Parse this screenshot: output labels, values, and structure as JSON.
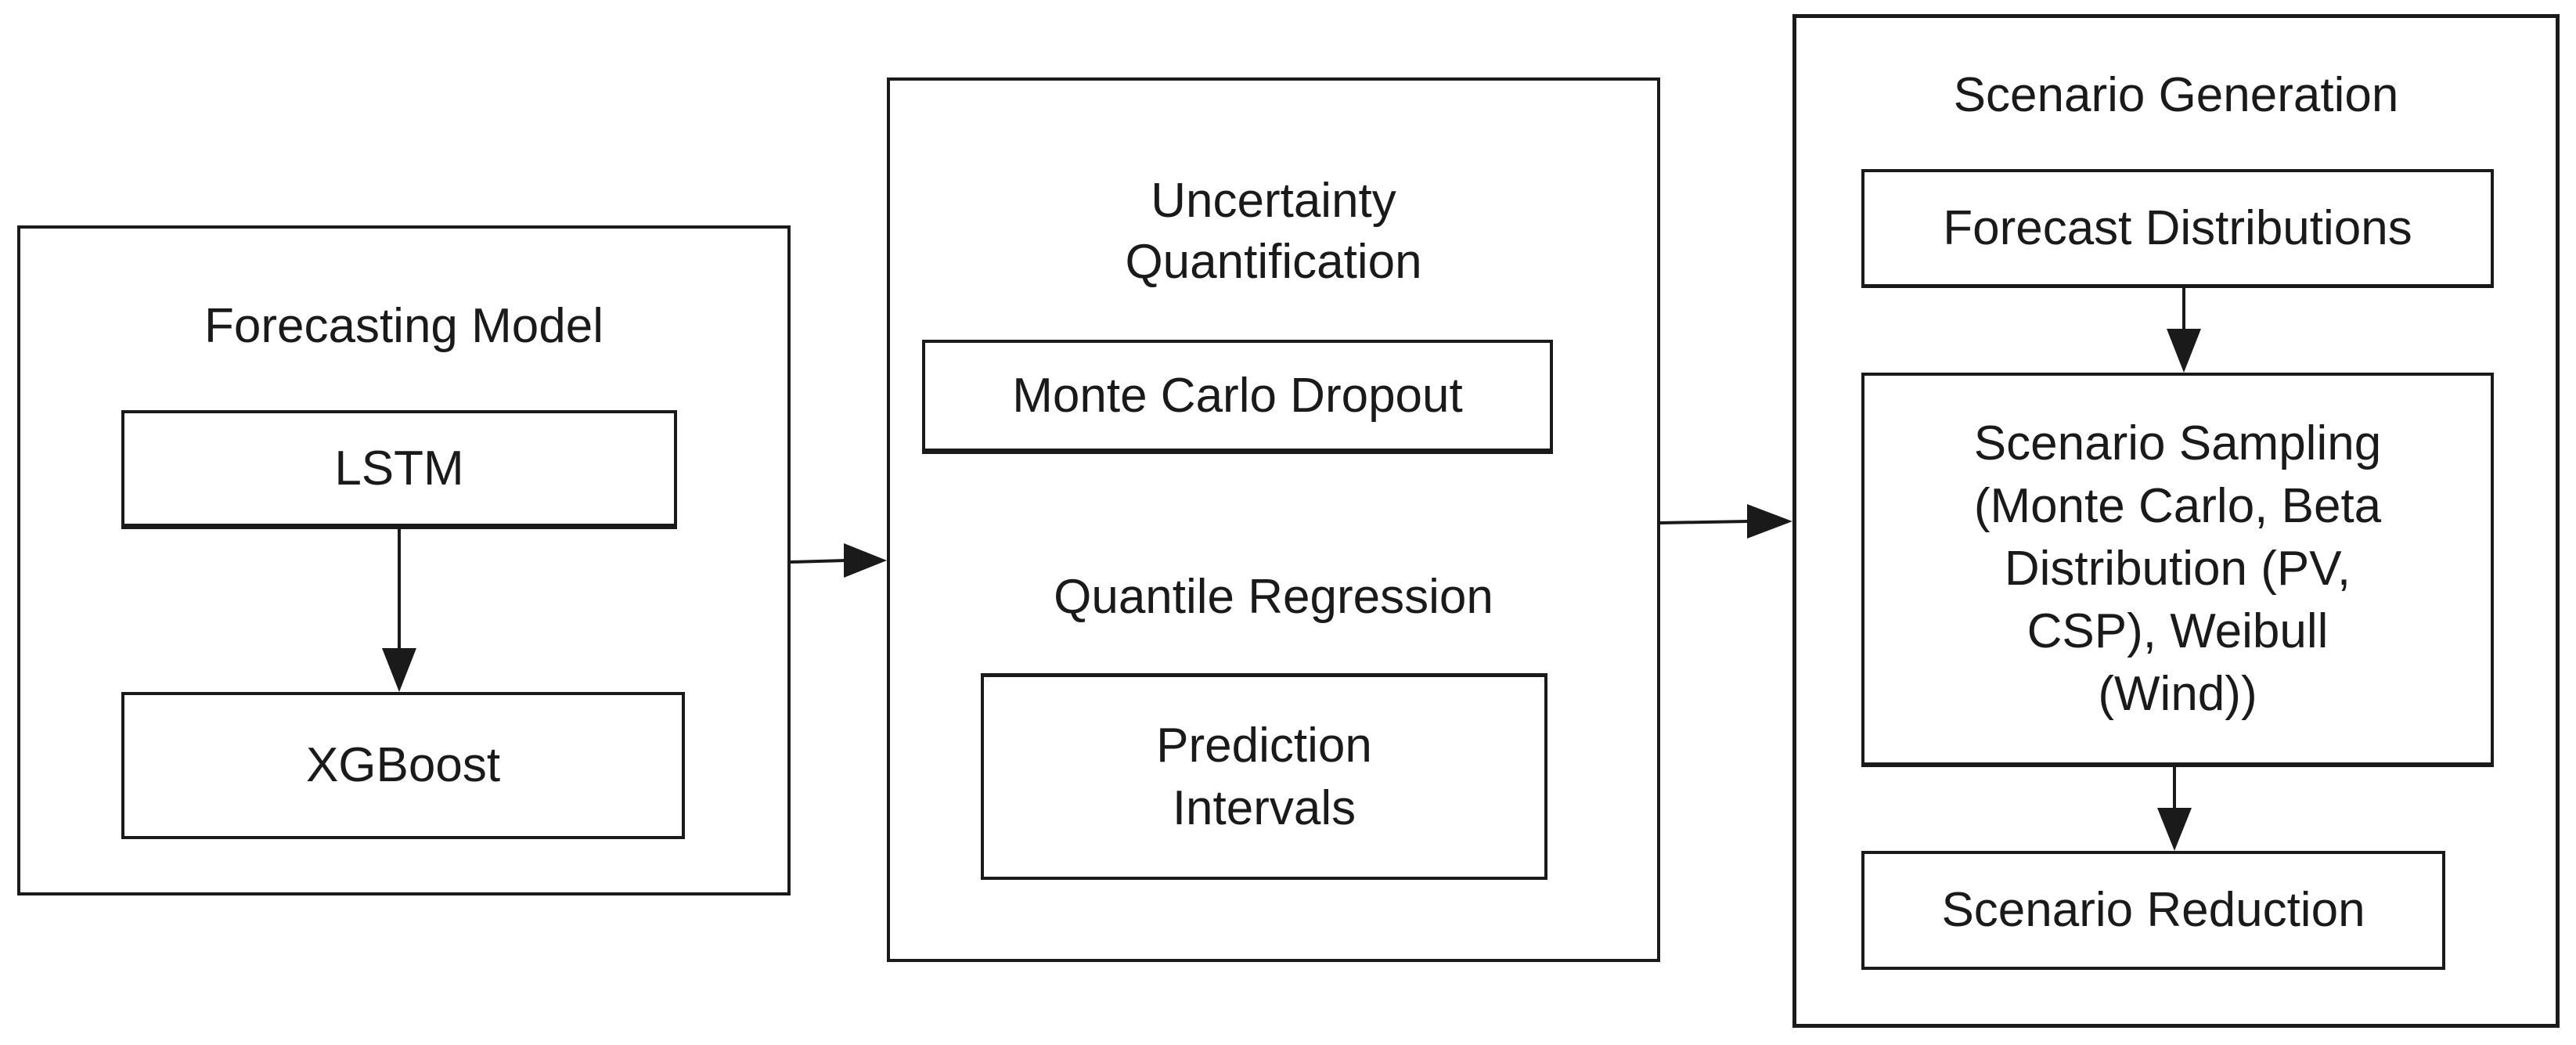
{
  "forecasting": {
    "title": "Forecasting Model",
    "lstm": "LSTM",
    "xgboost": "XGBoost"
  },
  "uncertainty": {
    "title": "Uncertainty\nQuantification",
    "mc_dropout": "Monte Carlo Dropout",
    "quantile_title": "Quantile Regression",
    "prediction_intervals": "Prediction\nIntervals"
  },
  "scenario": {
    "title": "Scenario Generation",
    "forecast_distributions": "Forecast Distributions",
    "sampling": "Scenario Sampling\n(Monte Carlo, Beta\nDistribution (PV,\nCSP), Weibull\n(Wind))",
    "reduction": "Scenario Reduction"
  }
}
